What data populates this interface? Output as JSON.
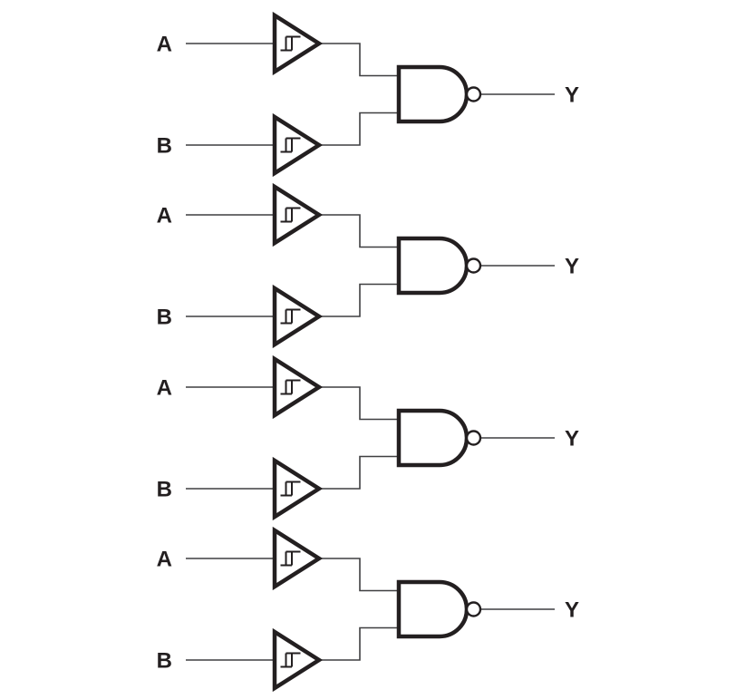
{
  "diagram": {
    "kind": "logic-diagram",
    "colors": {
      "background": "#ffffff",
      "wire": "#3f3f41",
      "shape": "#231f20",
      "label": "#231f20"
    },
    "icons": {
      "schmitt_hysteresis": "schmitt-trigger-hysteresis-icon",
      "inverter_bubble": "negation-bubble-icon"
    },
    "gates": [
      {
        "input_a": "A",
        "input_b": "B",
        "output": "Y"
      },
      {
        "input_a": "A",
        "input_b": "B",
        "output": "Y"
      },
      {
        "input_a": "A",
        "input_b": "B",
        "output": "Y"
      },
      {
        "input_a": "A",
        "input_b": "B",
        "output": "Y"
      }
    ]
  }
}
